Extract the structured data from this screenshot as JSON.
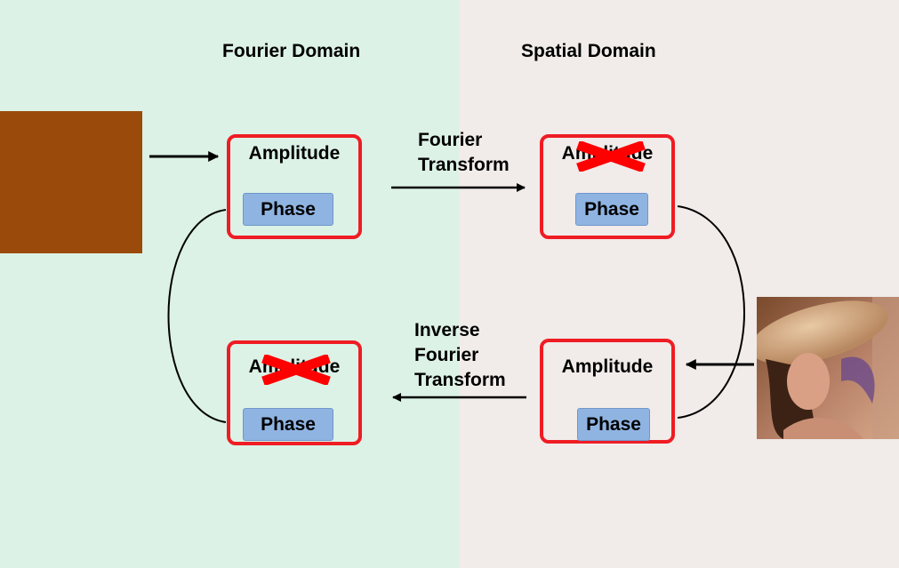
{
  "headings": {
    "fourier_domain": "Fourier Domain",
    "spatial_domain": "Spatial Domain"
  },
  "boxes": {
    "top_left": {
      "amplitude": "Amplitude",
      "phase": "Phase"
    },
    "top_right": {
      "amplitude": "Amplitude",
      "phase": "Phase"
    },
    "bottom_left": {
      "amplitude": "Amplitude",
      "phase": "Phase"
    },
    "bottom_right": {
      "amplitude": "Amplitude",
      "phase": "Phase"
    }
  },
  "transforms": {
    "forward": {
      "line1": "Fourier",
      "line2": "Transform"
    },
    "inverse": {
      "line1": "Inverse",
      "line2": "Fourier",
      "line3": "Transform"
    }
  },
  "colors": {
    "fourier_bg": "#dcf2e6",
    "spatial_bg": "#f1ebe9",
    "box_border": "#ef1c24",
    "phase_fill": "#8fb4e2",
    "input_block": "#9a4b0b"
  }
}
